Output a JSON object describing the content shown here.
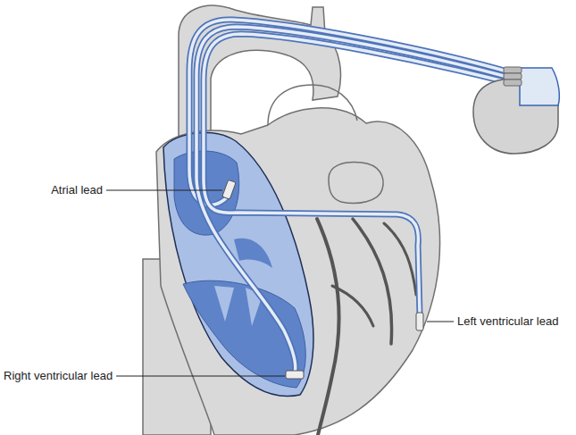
{
  "diagram": {
    "labels": [
      "Atrial lead",
      "Left ventricular lead",
      "Right ventricular lead"
    ]
  }
}
